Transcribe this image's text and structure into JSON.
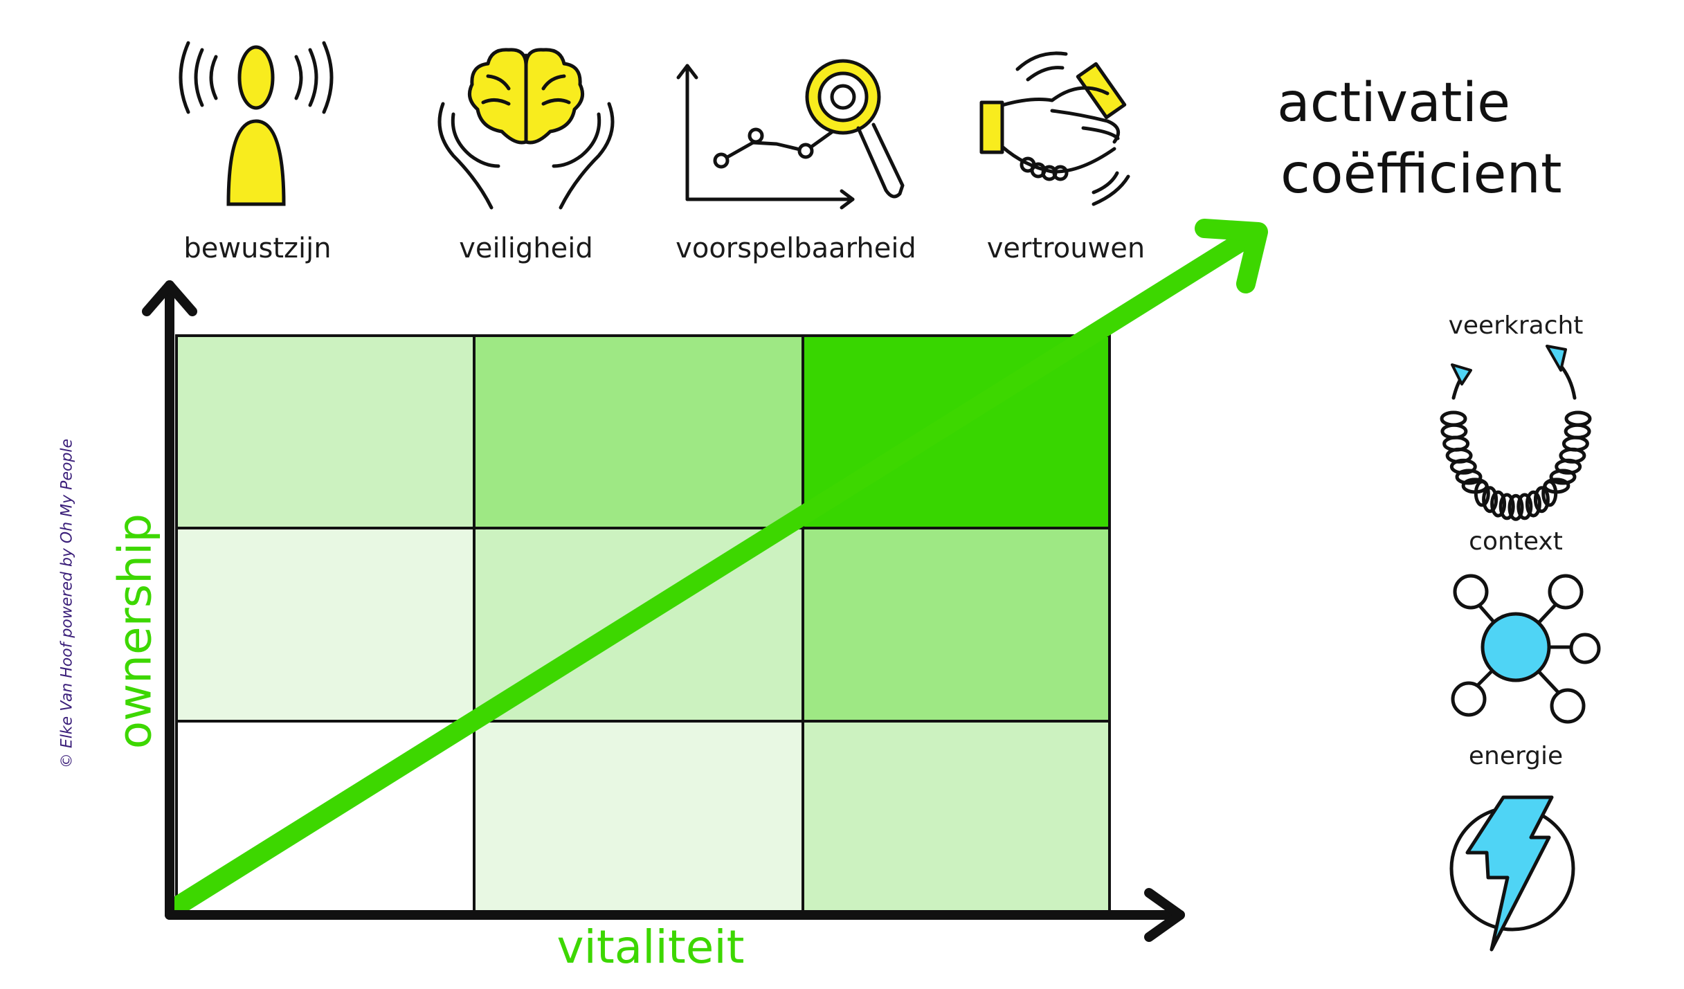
{
  "title": {
    "line1": "activatie",
    "line2": "coëfficient"
  },
  "top_icons": [
    {
      "label": "bewustzijn",
      "icon": "person-broadcast-icon"
    },
    {
      "label": "veiligheid",
      "icon": "brain-in-hands-icon"
    },
    {
      "label": "voorspelbaarheid",
      "icon": "chart-magnifier-icon"
    },
    {
      "label": "vertrouwen",
      "icon": "handshake-icon"
    }
  ],
  "side_icons": [
    {
      "label": "veerkracht",
      "icon": "spring-icon"
    },
    {
      "label": "context",
      "icon": "network-hub-icon"
    },
    {
      "label": "energie",
      "icon": "lightning-icon"
    }
  ],
  "axes": {
    "x_label": "vitaliteit",
    "y_label": "ownership"
  },
  "copyright": "© Elke Van Hoof powered by Oh My People",
  "colors": {
    "accent_green": "#3dd700",
    "cell_white": "#ffffff",
    "cell_very_light": "#e8f8e3",
    "cell_light": "#ccf2c0",
    "cell_medium": "#9ee884",
    "cell_dark": "#38d600",
    "icon_yellow": "#f8ec1e",
    "icon_blue": "#4fd4f5",
    "copyright_purple": "#3b1f7a"
  },
  "grid": {
    "rows": 3,
    "cols": 3,
    "cell_shades_top_to_bottom": [
      [
        "cell_light",
        "cell_medium",
        "cell_dark"
      ],
      [
        "cell_very_light",
        "cell_light",
        "cell_medium"
      ],
      [
        "cell_white",
        "cell_very_light",
        "cell_light"
      ]
    ]
  }
}
